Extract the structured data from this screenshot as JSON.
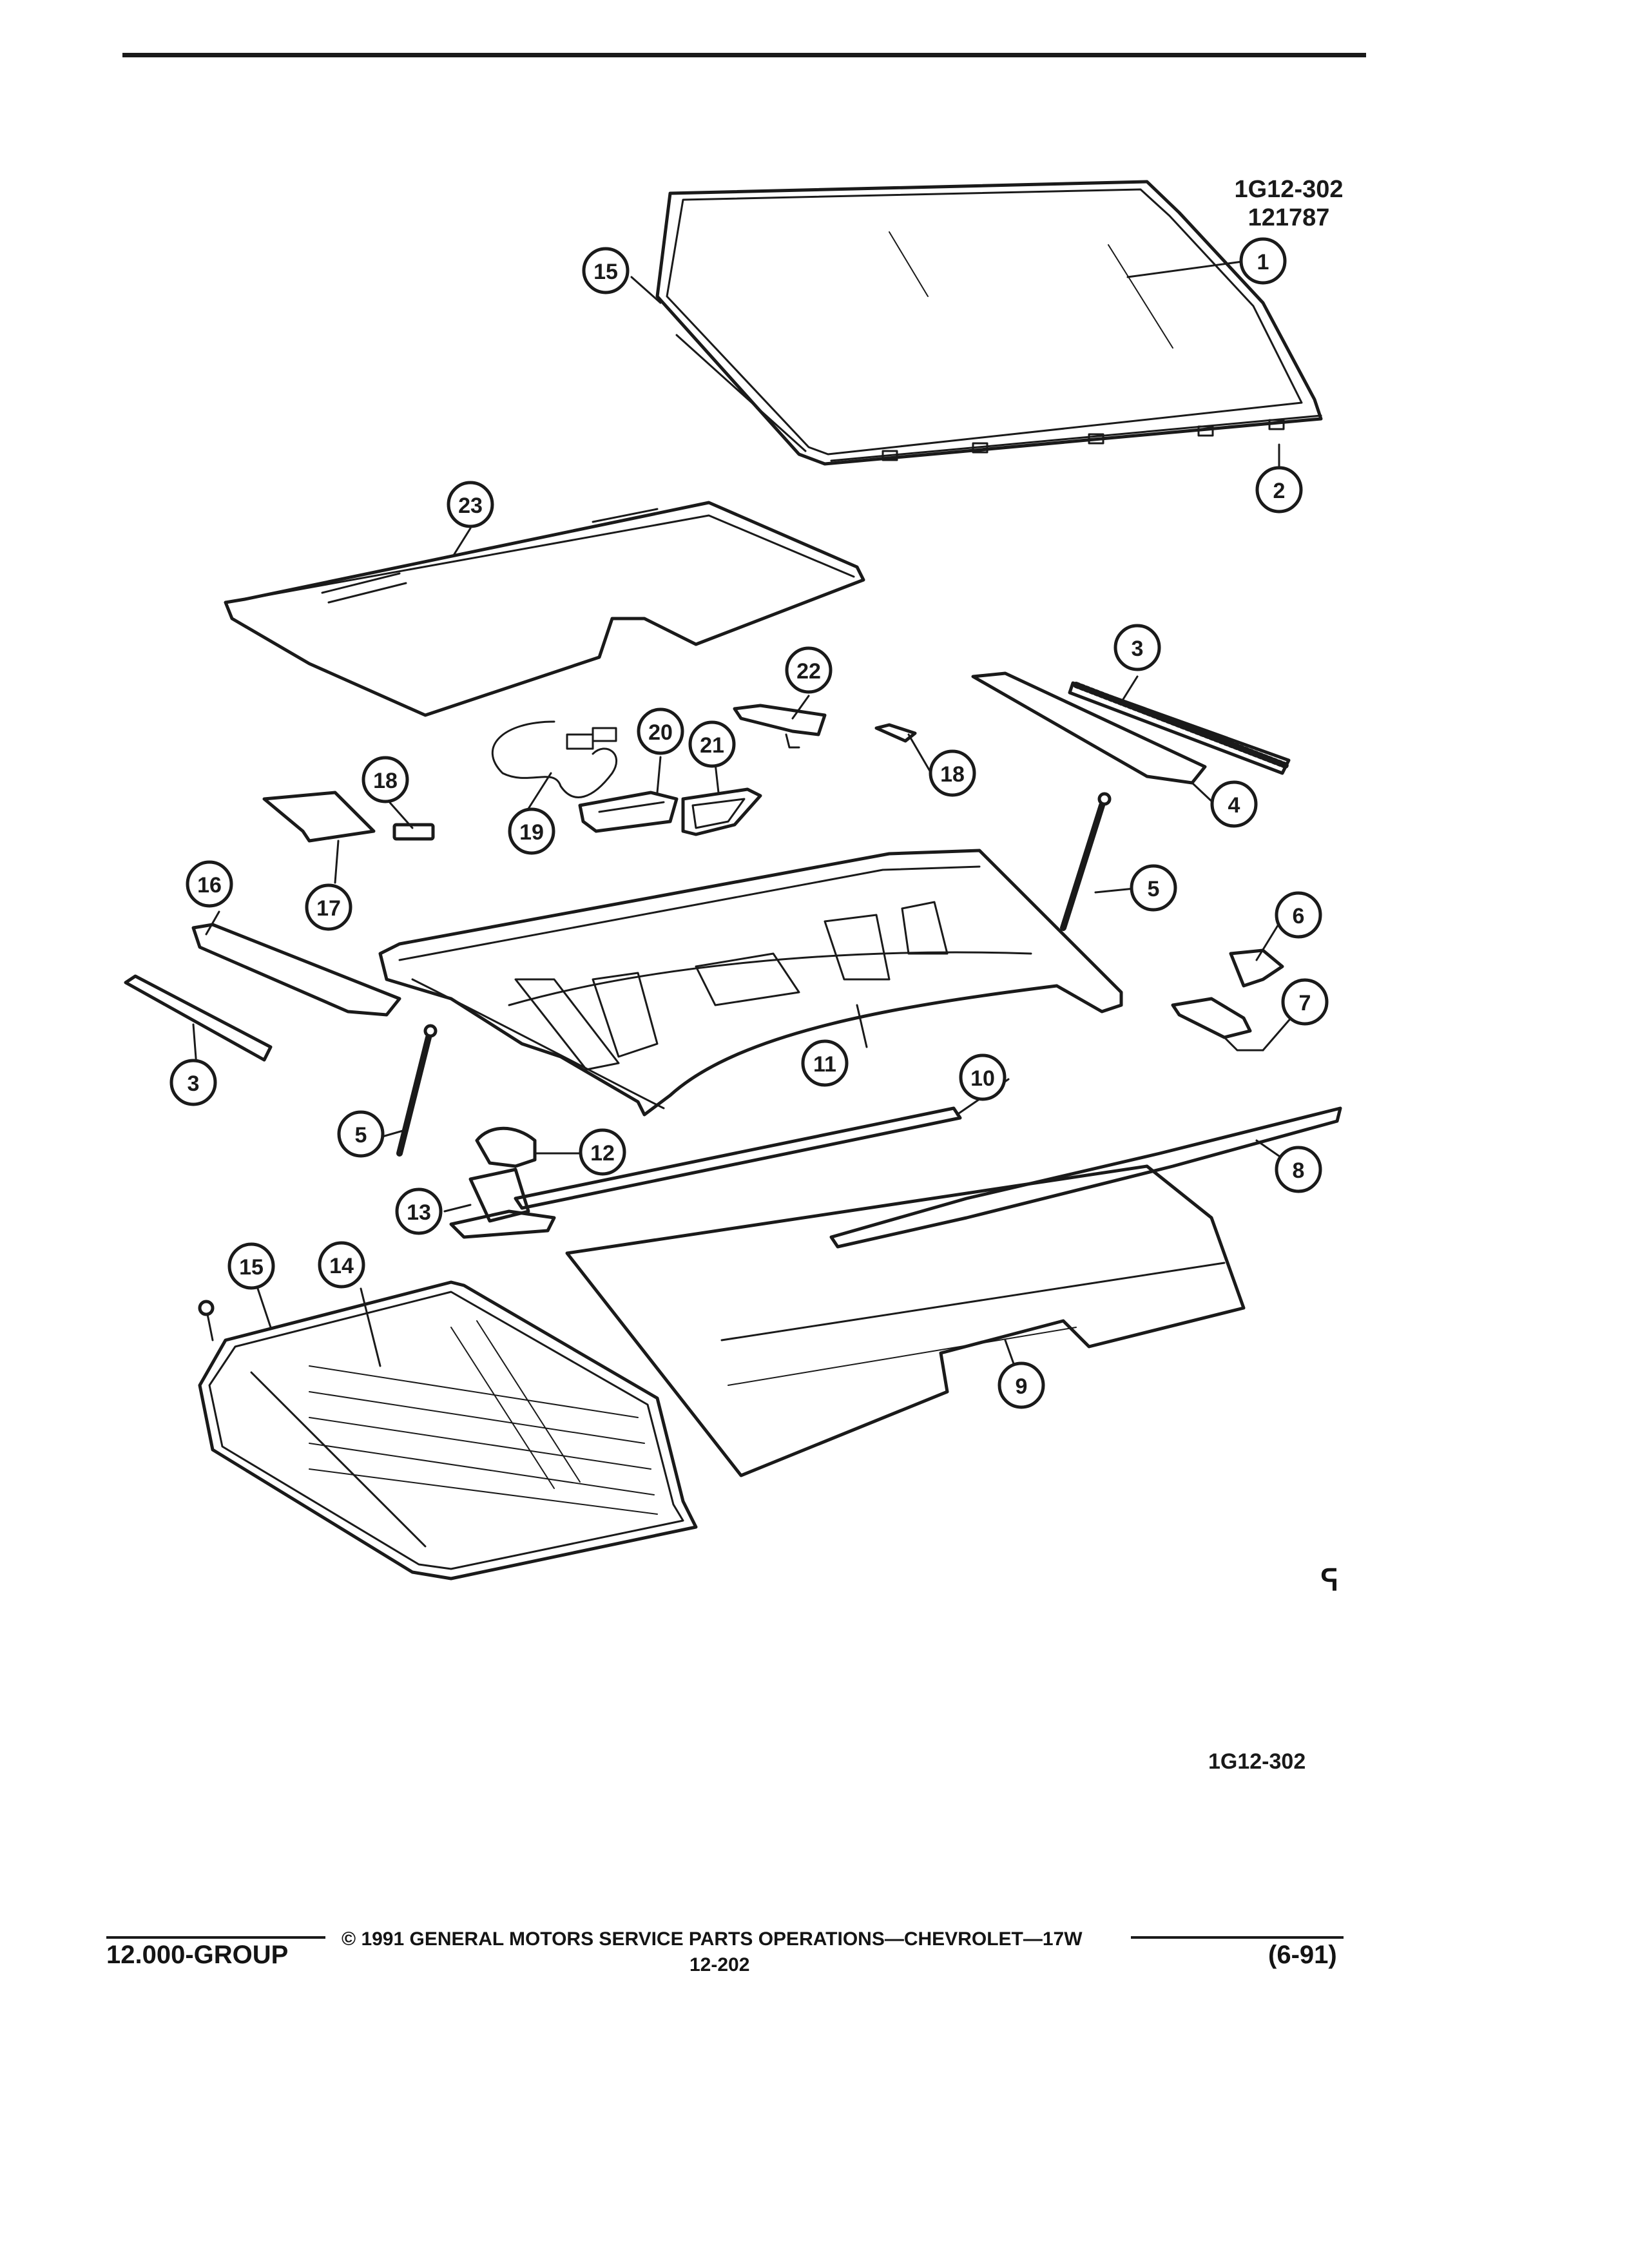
{
  "header": {
    "figure_code": "1G12-302",
    "figure_date": "121787"
  },
  "figure_code_bottom": "1G12-302",
  "callouts": [
    {
      "id": "c1",
      "label": "1"
    },
    {
      "id": "c2",
      "label": "2"
    },
    {
      "id": "c3a",
      "label": "3"
    },
    {
      "id": "c4",
      "label": "4"
    },
    {
      "id": "c5a",
      "label": "5"
    },
    {
      "id": "c6",
      "label": "6"
    },
    {
      "id": "c7",
      "label": "7"
    },
    {
      "id": "c8",
      "label": "8"
    },
    {
      "id": "c9",
      "label": "9"
    },
    {
      "id": "c10",
      "label": "10"
    },
    {
      "id": "c11",
      "label": "11"
    },
    {
      "id": "c12",
      "label": "12"
    },
    {
      "id": "c13",
      "label": "13"
    },
    {
      "id": "c14",
      "label": "14"
    },
    {
      "id": "c15a",
      "label": "15"
    },
    {
      "id": "c15b",
      "label": "15"
    },
    {
      "id": "c16",
      "label": "16"
    },
    {
      "id": "c17",
      "label": "17"
    },
    {
      "id": "c18a",
      "label": "18"
    },
    {
      "id": "c18b",
      "label": "18"
    },
    {
      "id": "c19",
      "label": "19"
    },
    {
      "id": "c20",
      "label": "20"
    },
    {
      "id": "c21",
      "label": "21"
    },
    {
      "id": "c22",
      "label": "22"
    },
    {
      "id": "c23",
      "label": "23"
    },
    {
      "id": "c3b",
      "label": "3"
    },
    {
      "id": "c5b",
      "label": "5"
    }
  ],
  "footer": {
    "group": "12.000-GROUP",
    "copyright": "© 1991 GENERAL MOTORS SERVICE PARTS OPERATIONS—CHEVROLET—17W",
    "page": "12-202",
    "date": "(6-91)"
  },
  "logo_text": "ᕋ"
}
